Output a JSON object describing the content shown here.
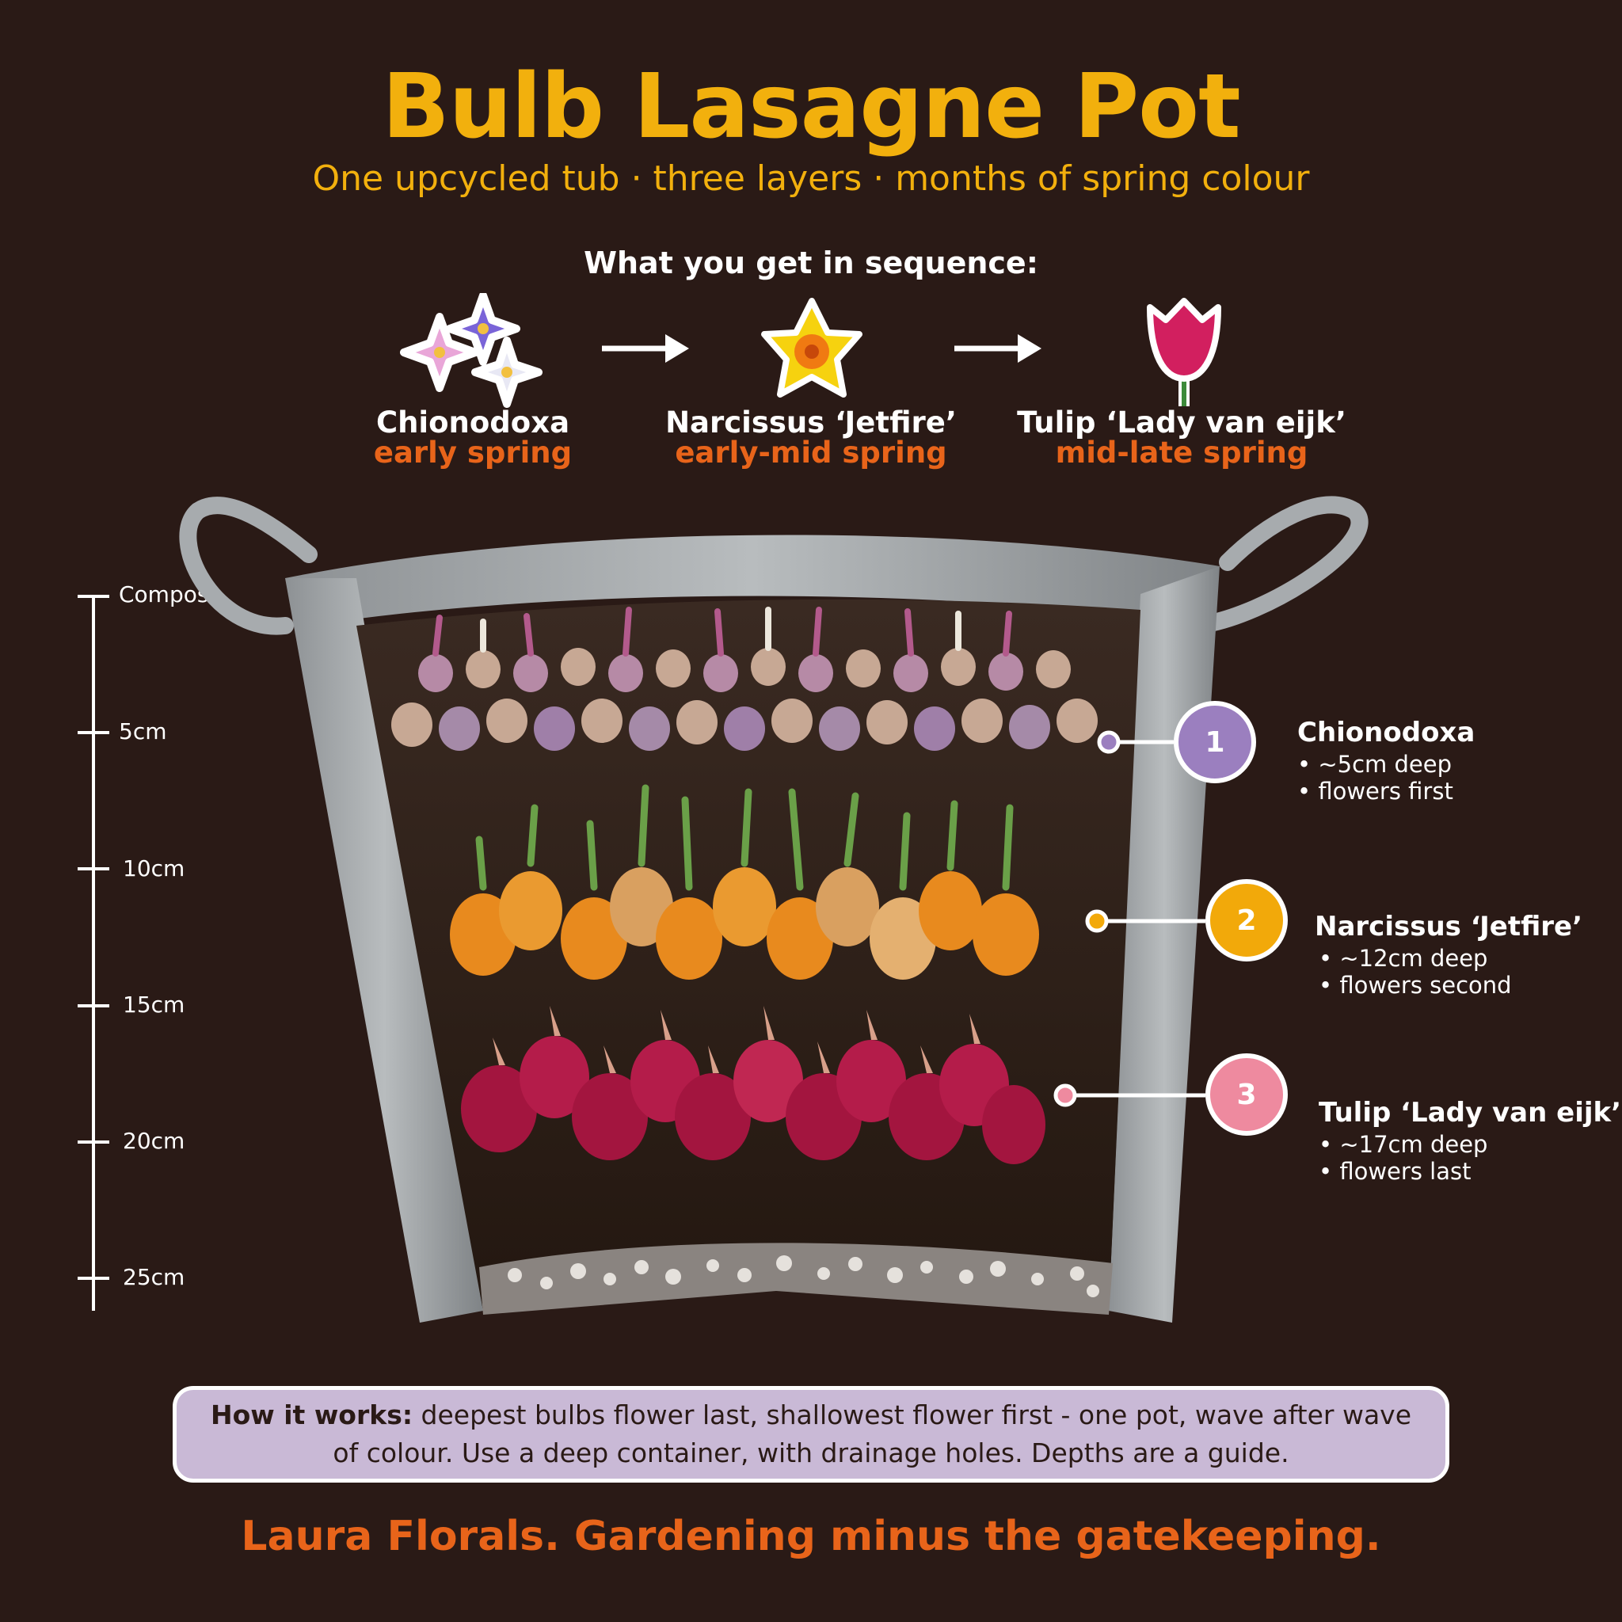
{
  "header": {
    "title": "Bulb Lasagne Pot",
    "subtitle": "One upcycled tub · three layers · months of spring colour"
  },
  "sequence": {
    "heading": "What you get in sequence:",
    "flowers": [
      {
        "name": "Chionodoxa",
        "season": "early spring",
        "icon": "chionodoxa-flower-icon"
      },
      {
        "name": "Narcissus ‘Jetfire’",
        "season": "early-mid spring",
        "icon": "narcissus-flower-icon"
      },
      {
        "name": "Tulip ‘Lady van eijk’",
        "season": "mid-late spring",
        "icon": "tulip-flower-icon"
      }
    ]
  },
  "ruler": {
    "labels": [
      "Compost",
      "5cm",
      "10cm",
      "15cm",
      "20cm",
      "25cm"
    ]
  },
  "layers": [
    {
      "number": "1",
      "name": "Chionodoxa",
      "bullets": [
        "~5cm deep",
        "flowers first"
      ],
      "color": "#9b7fbf"
    },
    {
      "number": "2",
      "name": "Narcissus ‘Jetfire’",
      "bullets": [
        "~12cm deep",
        "flowers second"
      ],
      "color": "#f2a90a"
    },
    {
      "number": "3",
      "name": "Tulip ‘Lady van eijk’",
      "bullets": [
        "~17cm deep",
        "flowers last"
      ],
      "color": "#ee8a9f"
    }
  ],
  "info": {
    "lead": "How it works:",
    "text": " deepest bulbs flower last, shallowest flower first - one pot, wave after wave of colour. Use a deep container, with drainage holes. Depths are a guide."
  },
  "footer": {
    "text": "Laura Florals.  Gardening minus the gatekeeping."
  },
  "colors": {
    "background": "#2a1a16",
    "accent_yellow": "#f2b00d",
    "accent_orange": "#e8641a",
    "info_box": "#c9b9d6"
  }
}
